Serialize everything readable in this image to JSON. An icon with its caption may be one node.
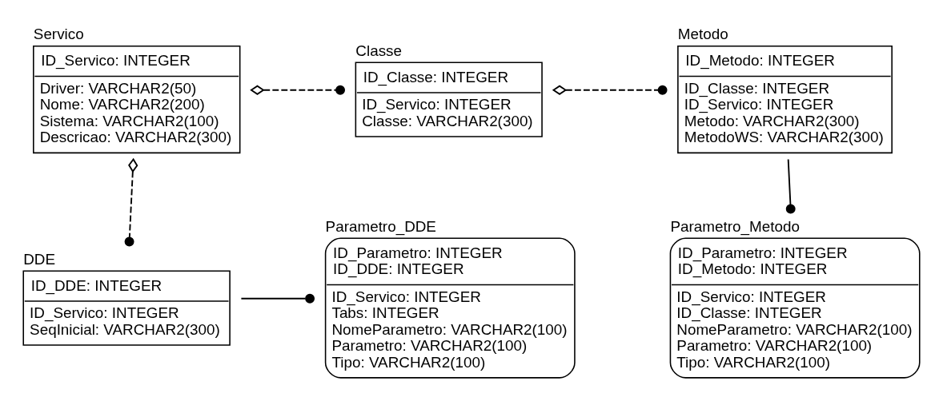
{
  "diagram": {
    "nodes": [
      {
        "text": [
          "Servico",
          "ID_Servico: INTEGER",
          "Driver: VARCHAR2(50) Nome: VARCHAR2(200) Sistema: VARCHAR2(100) Descricao: VARCHAR2(300)"
        ]
      },
      {
        "text": [
          "Classe",
          "ID_Classe: INTEGER",
          "ID_Servico: INTEGER Classe: VARCHAR2(300)"
        ]
      },
      {
        "text": [
          "Metodo",
          "ID_Metodo: INTEGER",
          "ID_Classe: INTEGER ID_Servico: INTEGER Metodo: VARCHAR2(300) MetodoWS: VARCHAR2(300)"
        ]
      },
      {
        "text": [
          "DDE",
          "ID_DDE: INTEGER",
          "ID_Servico: INTEGER SeqInicial: VARCHAR2(300)"
        ]
      },
      {
        "text": [
          "Parametro_DDE",
          "ID_Parametro: INTEGER ID_DDE: INTEGER",
          "ID_Servico: INTEGER Tabs: INTEGER NomeParametro: VARCHAR2(100) Parametro: VARCHAR2(100) Tipo: VARCHAR2(100)"
        ]
      },
      {
        "text": [
          "Parametro_Metodo",
          "ID_Parametro: INTEGER ID_Metodo: INTEGER",
          "ID_Servico: INTEGER ID_Classe: INTEGER NomeParametro: VARCHAR2(100) Parametro: VARCHAR2(100) Tipo: VARCHAR2(100)"
        ]
      }
    ],
    "edges": [
      {
        "from": 0,
        "to": 1,
        "arrow": "other",
        "style": "dashed"
      },
      {
        "from": 1,
        "to": 2,
        "arrow": "other",
        "style": "dashed"
      },
      {
        "from": 0,
        "to": 3,
        "arrow": "other",
        "style": "dashed"
      },
      {
        "from": 2,
        "to": 5,
        "arrow": "other"
      },
      {
        "from": 3,
        "to": 4,
        "arrow": "other"
      }
    ]
  }
}
